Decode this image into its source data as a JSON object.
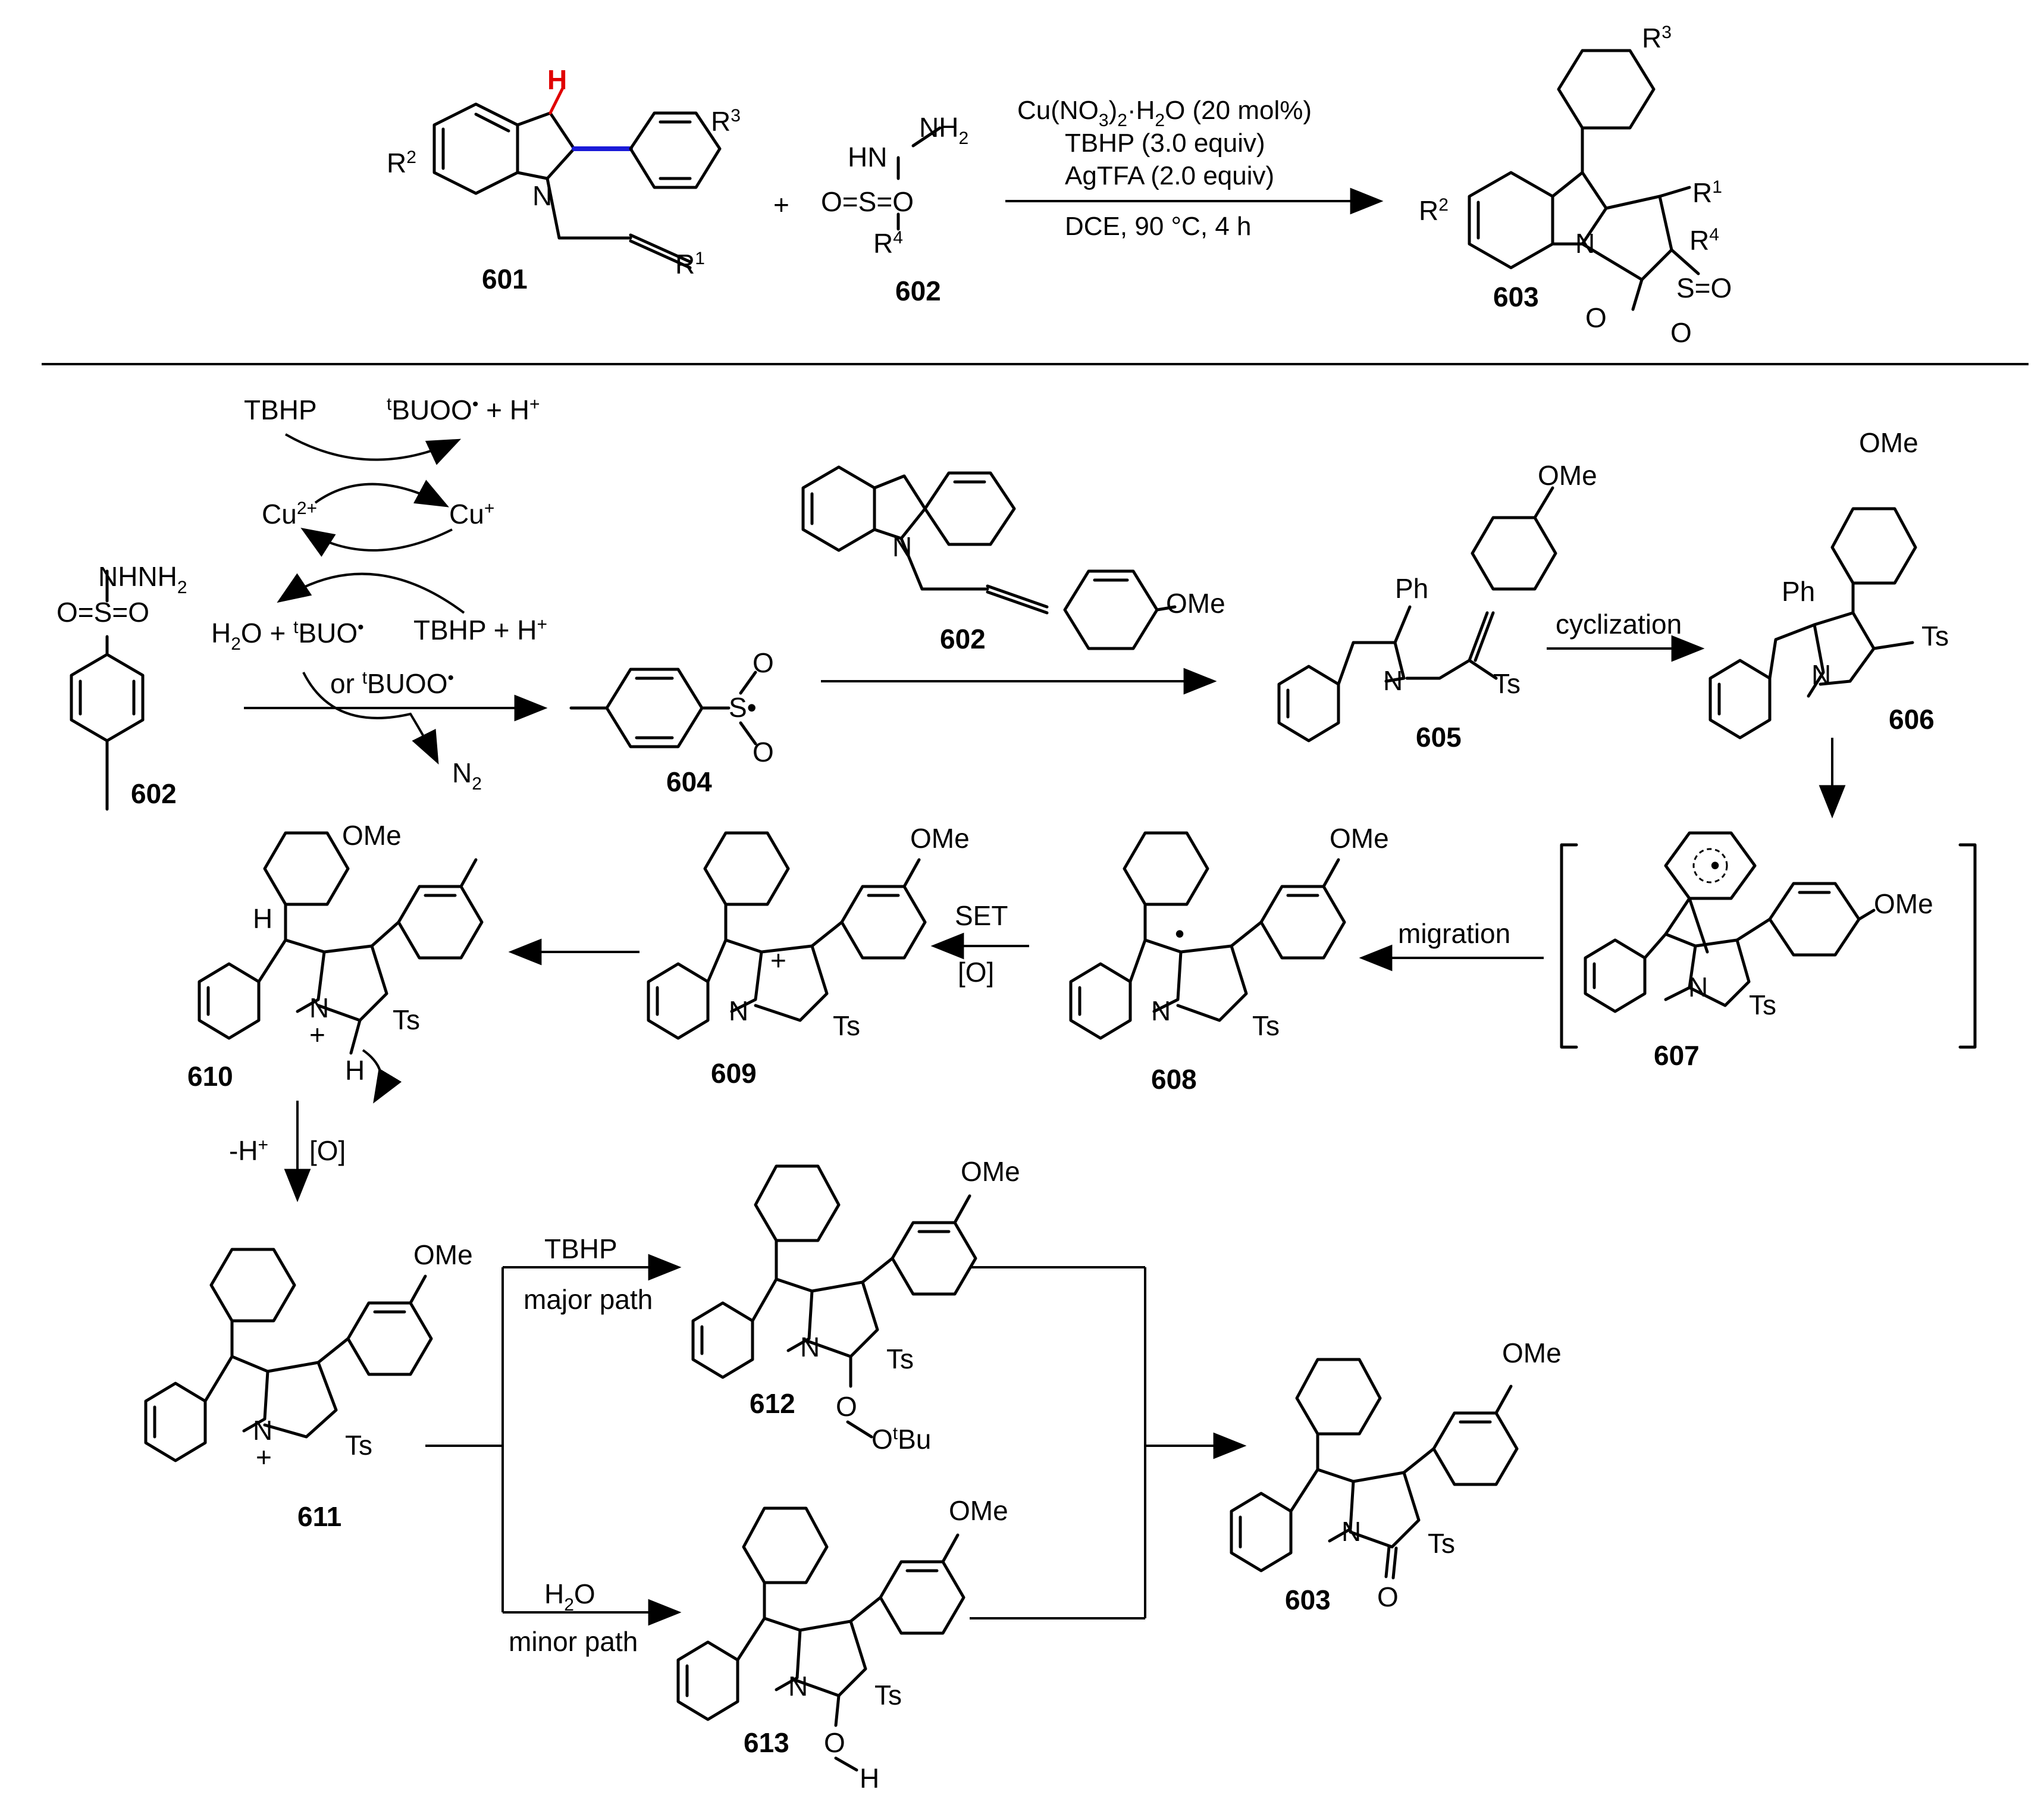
{
  "top_scheme": {
    "compound_601": "601",
    "compound_602": "602",
    "compound_603": "603",
    "plus": "+",
    "h_label": "H",
    "r1": "R1",
    "r2": "R2",
    "r3": "R3",
    "r4": "R4",
    "nh2": "NH2",
    "hn": "HN",
    "so2": "O=S=O",
    "conditions": [
      "Cu(NO3)2·H2O (20 mol%)",
      "TBHP (3.0 equiv)",
      "AgTFA (2.0 equiv)",
      "DCE, 90 °C, 4 h"
    ]
  },
  "mechanism": {
    "tbhp": "TBHP",
    "tbuoo_h": "tBUOO• + H+",
    "cu2": "Cu2+",
    "cu1": "Cu+",
    "h2o_tbuo": "H2O + tBUO•",
    "tbhp_h": "TBHP + H+",
    "or_tbuoo": "or tBUOO•",
    "n2": "N2",
    "nhnh2": "NHNH2",
    "cyclization": "cyclization",
    "migration": "migration",
    "set": "SET",
    "ox": "[O]",
    "minus_h": "-H+",
    "ome": "OMe",
    "ph": "Ph",
    "ts": "Ts",
    "tbhp_major": "TBHP",
    "major_path": "major path",
    "h2o_minor": "H2O",
    "minor_path": "minor path",
    "ootbu": "O–OtBu",
    "oh": "O–H",
    "compounds": [
      "602",
      "602",
      "604",
      "605",
      "606",
      "607",
      "608",
      "609",
      "610",
      "611",
      "612",
      "613",
      "603"
    ]
  }
}
